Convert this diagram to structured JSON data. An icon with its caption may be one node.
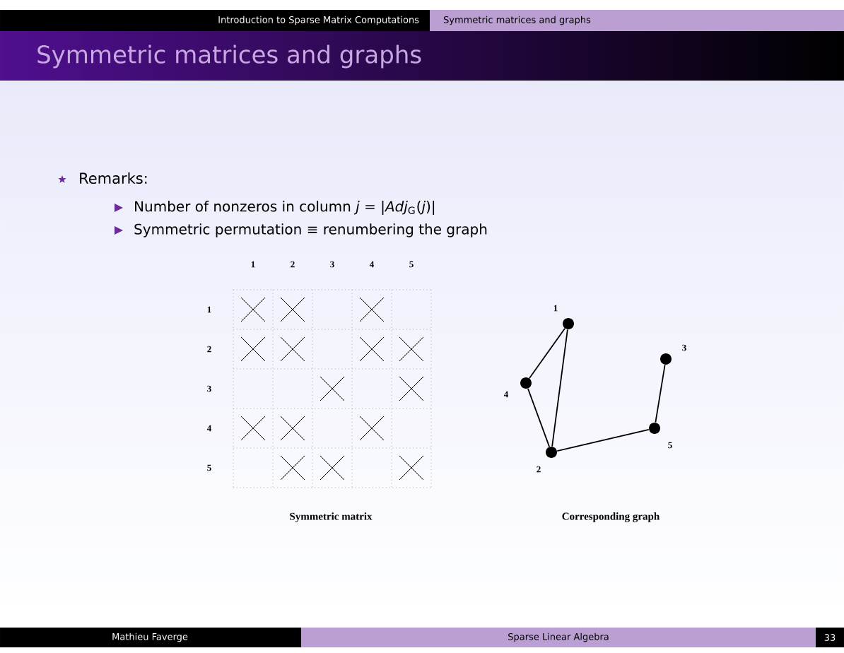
{
  "diagram": {
    "title": "Symmetric matrices and graphs",
    "nodes": [
      {
        "text": [],
        "shape": "circle",
        "beside": [
          "1"
        ]
      },
      {
        "text": [],
        "shape": "circle",
        "beside": [
          "2"
        ]
      },
      {
        "text": [],
        "shape": "circle",
        "beside": [
          "3"
        ]
      },
      {
        "text": [],
        "shape": "circle",
        "beside": [
          "4"
        ]
      },
      {
        "text": [],
        "shape": "circle",
        "beside": [
          "5"
        ]
      }
    ],
    "edges": [
      {
        "from": 0,
        "to": 3,
        "arrow": "none"
      },
      {
        "from": 0,
        "to": 1,
        "arrow": "none"
      },
      {
        "from": 3,
        "to": 1,
        "arrow": "none"
      },
      {
        "from": 1,
        "to": 4,
        "arrow": "none"
      },
      {
        "from": 4,
        "to": 2,
        "arrow": "none"
      }
    ],
    "labels": [
      "Introduction to Sparse Matrix Computations",
      "Symmetric matrices and graphs",
      "Remarks:",
      "Number of nonzeros in column *j* = |*Adj*$_{G}$(*j*)|",
      "Symmetric permutation ≡ renumbering the graph",
      "1",
      "2",
      "3",
      "4",
      "5",
      "1",
      "2",
      "3",
      "4",
      "5",
      "Symmetric matrix",
      "Corresponding graph",
      "Mathieu Faverge",
      "Sparse Linear Algebra",
      "33"
    ]
  }
}
